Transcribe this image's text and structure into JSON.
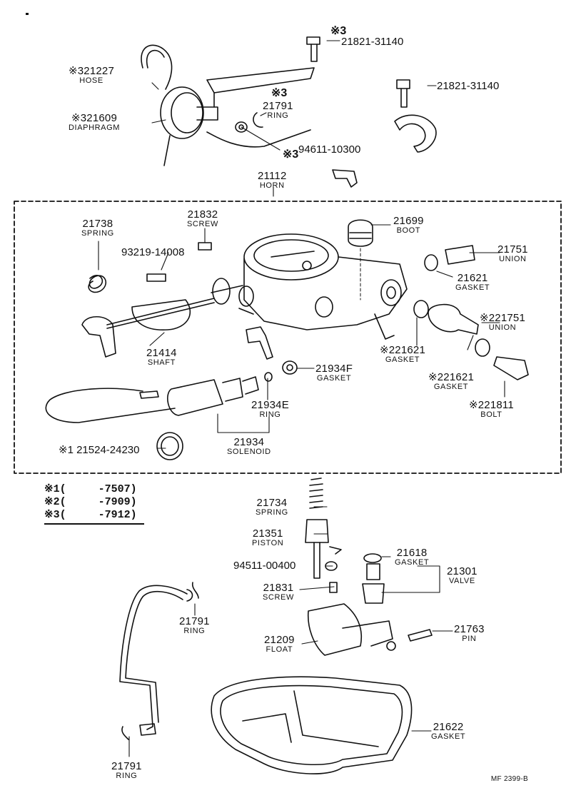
{
  "labels": {
    "hose": {
      "num": "※321227",
      "name": "HOSE"
    },
    "diaphragm": {
      "num": "※321609",
      "name": "DIAPHRAGM"
    },
    "ring_top": {
      "num": "21791",
      "name": "RING"
    },
    "horn": {
      "num": "21112",
      "name": "HORN"
    },
    "spring_21738": {
      "num": "21738",
      "name": "SPRING"
    },
    "screw_21832": {
      "num": "21832",
      "name": "SCREW"
    },
    "boot": {
      "num": "21699",
      "name": "BOOT"
    },
    "union_top": {
      "num": "21751",
      "name": "UNION"
    },
    "gasket_21621_a": {
      "num": "21621",
      "name": "GASKET"
    },
    "union_right": {
      "num": "※221751",
      "name": "UNION"
    },
    "gasket_21621_b": {
      "num": "※221621",
      "name": "GASKET"
    },
    "gasket_21621_c": {
      "num": "※221621",
      "name": "GASKET"
    },
    "bolt": {
      "num": "※221811",
      "name": "BOLT"
    },
    "shaft": {
      "num": "21414",
      "name": "SHAFT"
    },
    "gasket_21934f": {
      "num": "21934F",
      "name": "GASKET"
    },
    "ring_21934e": {
      "num": "21934E",
      "name": "RING"
    },
    "solenoid": {
      "num": "21934",
      "name": "SOLENOID"
    },
    "spring_21734": {
      "num": "21734",
      "name": "SPRING"
    },
    "piston": {
      "num": "21351",
      "name": "PISTON"
    },
    "gasket_21618": {
      "num": "21618",
      "name": "GASKET"
    },
    "valve": {
      "num": "21301",
      "name": "VALVE"
    },
    "screw_21831": {
      "num": "21831",
      "name": "SCREW"
    },
    "ring_mid": {
      "num": "21791",
      "name": "RING"
    },
    "float": {
      "num": "21209",
      "name": "FLOAT"
    },
    "pin": {
      "num": "21763",
      "name": "PIN"
    },
    "gasket_21622": {
      "num": "21622",
      "name": "GASKET"
    },
    "ring_bottom": {
      "num": "21791",
      "name": "RING"
    }
  },
  "part_numbers": {
    "bolt_top": "21821-31140",
    "bolt_right": "21821-31140",
    "washer_94611": "94611-10300",
    "bolt_93219": "93219-14008",
    "seal_21524": "※1 21524-24230",
    "washer_94511": "94511-00400"
  },
  "marks": {
    "top_bolt_mark": "※3",
    "bracket_mark": "※3",
    "washer_mark": "※3"
  },
  "legend": [
    "※1(     -7507)",
    "※2(     -7909)",
    "※3(     -7912)"
  ],
  "drawing_code": "MF 2399-B",
  "colors": {
    "ink": "#111111",
    "paper": "#ffffff"
  }
}
